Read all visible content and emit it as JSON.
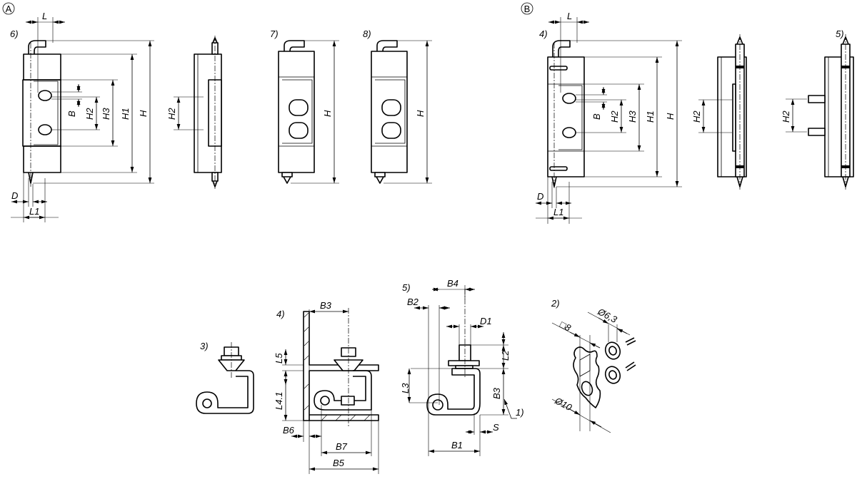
{
  "section_a": {
    "marker": "A",
    "hinge_6": {
      "note": "6)",
      "L": "L",
      "B": "B",
      "H2": "H2",
      "H3": "H3",
      "H1": "H1",
      "H": "H",
      "D": "D",
      "L1": "L1"
    },
    "side_view": {
      "H2": "H2"
    },
    "hinge_7": {
      "note": "7)",
      "H": "H"
    },
    "hinge_8": {
      "note": "8)",
      "H": "H"
    }
  },
  "section_b": {
    "marker": "B",
    "hinge_4": {
      "note": "4)",
      "L": "L",
      "B": "B",
      "H2": "H2",
      "H3": "H3",
      "H1": "H1",
      "H": "H",
      "D": "D",
      "L1": "L1"
    },
    "side_view": {
      "H2": "H2"
    },
    "side_view_5": {
      "note": "5)",
      "H2": "H2"
    }
  },
  "details": {
    "detail_3": {
      "note": "3)"
    },
    "detail_4": {
      "note": "4)",
      "B3": "B3",
      "L5": "L5",
      "L4_1": "L4.1",
      "B6": "B6",
      "B7": "B7",
      "B5": "B5"
    },
    "detail_5": {
      "note": "5)",
      "B4": "B4",
      "B2": "B2",
      "D1": "D1",
      "L2": "L2",
      "L3": "L3",
      "B3": "B3",
      "ref_1": "1)",
      "S": "S",
      "B1": "B1"
    },
    "detail_2": {
      "note": "2)",
      "square": "□8",
      "dia_63": "Ø6,3",
      "dia_10": "Ø10"
    }
  }
}
